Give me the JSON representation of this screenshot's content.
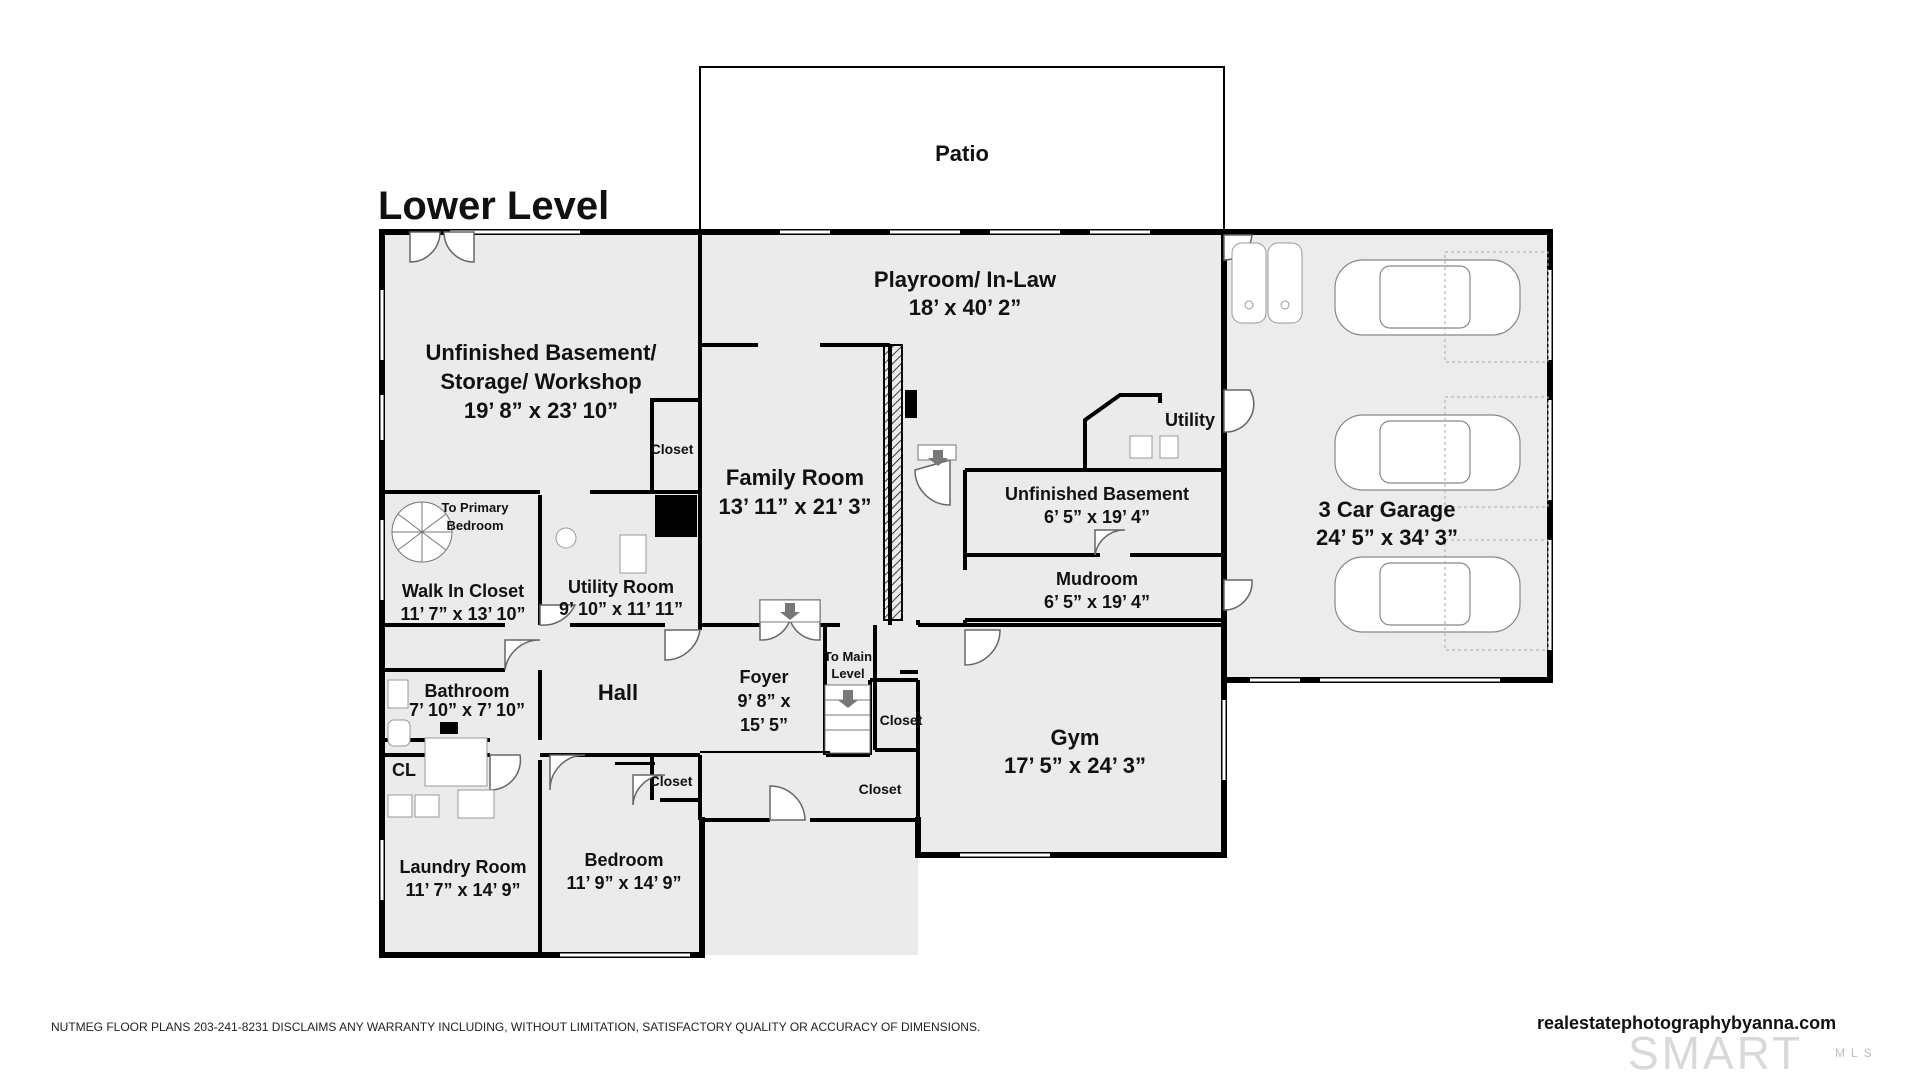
{
  "title": "Lower Level",
  "rooms": {
    "patio": "Patio",
    "playroom": {
      "name": "Playroom/ In-Law",
      "dims": "18’ x 40’ 2”"
    },
    "unfinished_storage": {
      "name_line1": "Unfinished Basement/",
      "name_line2": "Storage/ Workshop",
      "dims": "19’ 8” x 23’ 10”"
    },
    "family_room": {
      "name": "Family Room",
      "dims": "13’ 11” x 21’ 3”"
    },
    "utility_small": "Utility",
    "unfinished_basement": {
      "name": "Unfinished Basement",
      "dims": "6’ 5” x 19’ 4”"
    },
    "mudroom": {
      "name": "Mudroom",
      "dims": "6’ 5” x 19’ 4”"
    },
    "garage": {
      "name": "3 Car Garage",
      "dims": "24’ 5” x 34’ 3”"
    },
    "walk_in_closet": {
      "name": "Walk In Closet",
      "dims": "11’ 7” x 13’ 10”"
    },
    "to_primary_line1": "To Primary",
    "to_primary_line2": "Bedroom",
    "utility_room": {
      "name": "Utility Room",
      "dims": "9’ 10” x 11’ 11”"
    },
    "hall": "Hall",
    "foyer": {
      "name": "Foyer",
      "dims_line1": "9’ 8” x",
      "dims_line2": "15’ 5”"
    },
    "to_main_line1": "To Main",
    "to_main_line2": "Level",
    "bathroom": {
      "name": "Bathroom",
      "dims": "7’ 10” x 7’ 10”"
    },
    "cl": "CL",
    "gym": {
      "name": "Gym",
      "dims": "17’ 5” x 24’ 3”"
    },
    "laundry": {
      "name": "Laundry Room",
      "dims": "11’ 7” x 14’ 9”"
    },
    "bedroom": {
      "name": "Bedroom",
      "dims": "11’ 9” x 14’ 9”"
    },
    "closet_storage": "Closet",
    "closet_gym": "Closet",
    "closet_bedroom": "Closet",
    "closet_stairs": "Closet"
  },
  "footer": {
    "disclaimer": "NUTMEG FLOOR PLANS 203-241-8231 DISCLAIMS ANY WARRANTY INCLUDING, WITHOUT LIMITATION, SATISFACTORY QUALITY OR ACCURACY OF DIMENSIONS.",
    "website": "realestatephotographybyanna.com",
    "watermark": "SMART",
    "watermark_sub": "MLS"
  },
  "colors": {
    "floor": "#ebebeb",
    "wall": "#000000",
    "background": "#ffffff"
  },
  "icons": [
    "spiral-stair-icon",
    "stair-arrow-icon",
    "door-swing-icon",
    "car-icon",
    "water-heater-icon",
    "toilet-icon",
    "sink-icon",
    "washer-icon"
  ]
}
